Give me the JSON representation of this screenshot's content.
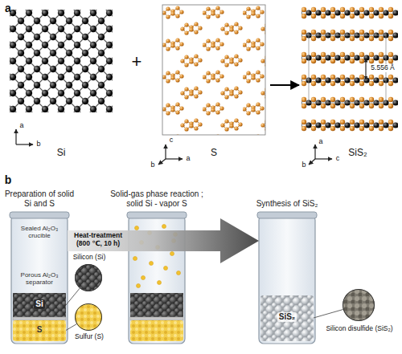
{
  "diagram": {
    "nodes": [
      {
        "text": [
          "Si"
        ]
      },
      {
        "text": [
          "S"
        ]
      },
      {
        "text": [
          "SiS₂"
        ]
      },
      {
        "text": [
          "Preparation of solid Si and S",
          "Sealed Al₂O₃ crucible",
          "Porous Al₂O₃ separator"
        ]
      },
      {
        "text": [
          "Si"
        ],
        "in": 3
      },
      {
        "text": [
          "S"
        ],
        "in": 3
      },
      {
        "text": [
          "Silicon (Si)"
        ]
      },
      {
        "text": [
          "Sulfur (S)"
        ]
      },
      {
        "text": [
          "Solid-gas phase reaction ; solid Si - vapor S"
        ]
      },
      {
        "text": [
          "Synthesis of SiS₂"
        ]
      },
      {
        "text": [
          "SiS₂"
        ],
        "in": 9
      },
      {
        "text": [
          "Silicon disulfide (SiS₂)"
        ]
      }
    ],
    "edges": [
      {
        "from": 1,
        "to": 2,
        "arrow": "to"
      },
      {
        "from": 3,
        "to": 9,
        "label": "Heat-treatment (800 ℃, 10 h)",
        "arrow": "to"
      },
      {
        "from": 4,
        "to": 6,
        "arrow": "none"
      },
      {
        "from": 5,
        "to": 7,
        "arrow": "none"
      },
      {
        "from": 10,
        "to": 11,
        "arrow": "none"
      }
    ],
    "labels": [
      "a",
      "+",
      "a",
      "b",
      "c",
      "a",
      "b",
      "a",
      "c",
      "b",
      "5.556 Å",
      "b"
    ]
  }
}
